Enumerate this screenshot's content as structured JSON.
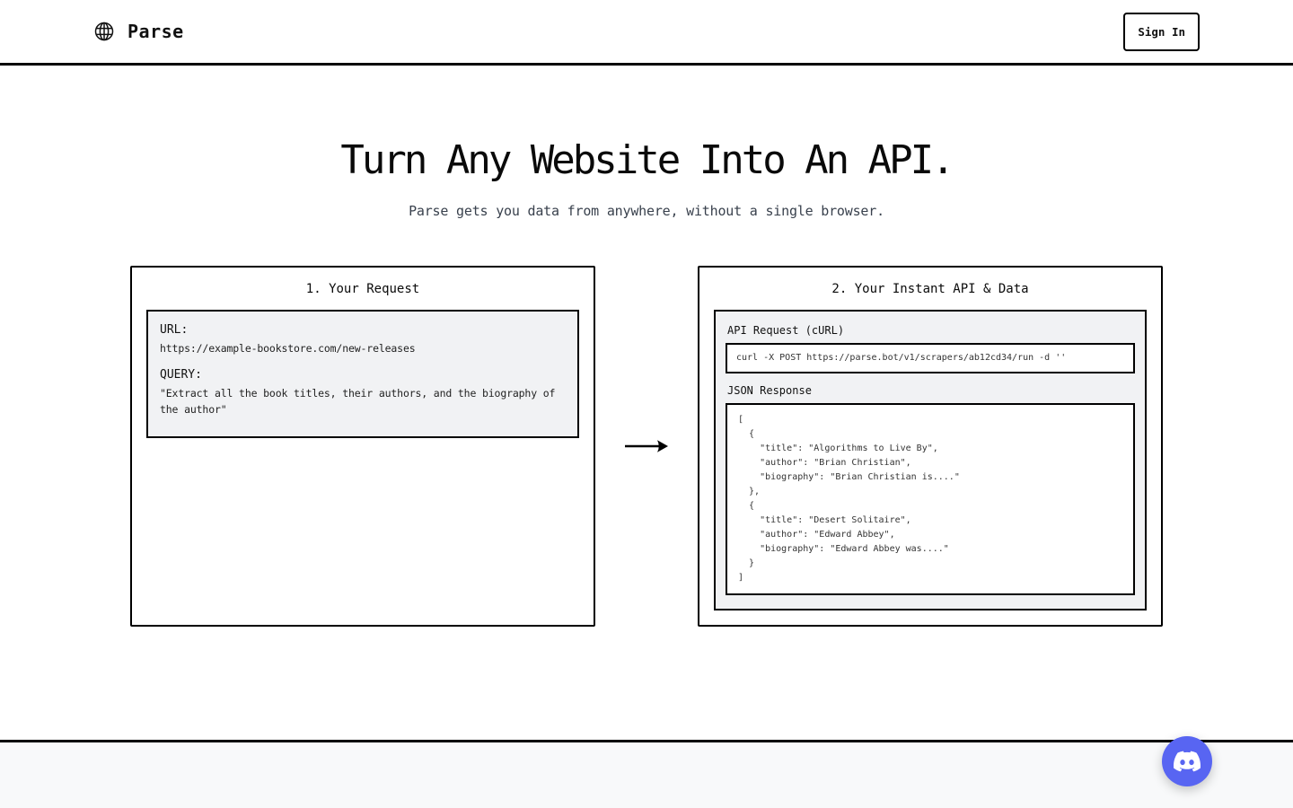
{
  "header": {
    "brand": "Parse",
    "sign_in_label": "Sign In"
  },
  "hero": {
    "title": "Turn Any Website Into An API.",
    "subtitle": "Parse gets you data from anywhere, without a single browser."
  },
  "request_card": {
    "title": "1. Your Request",
    "url_label": "URL:",
    "url_value": "https://example-bookstore.com/new-releases",
    "query_label": "QUERY:",
    "query_value": "\"Extract all the book titles, their authors, and the biography of the author\""
  },
  "response_card": {
    "title": "2. Your Instant API & Data",
    "api_label": "API Request (cURL)",
    "curl_command": "curl -X POST https://parse.bot/v1/scrapers/ab12cd34/run -d ''",
    "json_label": "JSON Response",
    "json_response": "[\n  {\n    \"title\": \"Algorithms to Live By\",\n    \"author\": \"Brian Christian\",\n    \"biography\": \"Brian Christian is....\"\n  },\n  {\n    \"title\": \"Desert Solitaire\",\n    \"author\": \"Edward Abbey\",\n    \"biography\": \"Edward Abbey was....\"\n  }\n]"
  },
  "icons": {
    "brand": "globe-icon",
    "between_cards": "arrow-right-icon",
    "floating": "discord-icon"
  },
  "colors": {
    "border": "#000000",
    "panel_bg": "#f1f2f4",
    "footer_bg": "#f8f9fa",
    "subtitle_text": "#39414d",
    "code_text": "#333333",
    "discord": "#5865F2"
  }
}
